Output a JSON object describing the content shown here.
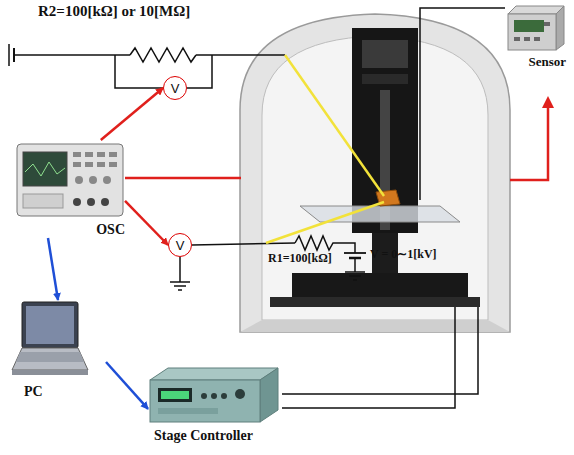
{
  "diagram": {
    "nodes": [
      {
        "text": [
          "V"
        ]
      },
      {
        "text": [
          "Sensor"
        ]
      },
      {
        "text": [
          "OSC"
        ]
      },
      {
        "text": [
          "V"
        ]
      },
      {
        "text": [
          "PC"
        ]
      },
      {
        "text": [
          "Stage Controller"
        ]
      }
    ],
    "edges": [
      {
        "from": 2,
        "to": 0,
        "arrow": "to"
      },
      {
        "from": 2,
        "to": 3,
        "arrow": "to"
      },
      {
        "from": 2,
        "to": 4,
        "arrow": "to"
      },
      {
        "from": 4,
        "to": 5,
        "arrow": "to"
      }
    ],
    "labels": [
      "R2=100[kΩ] or 10[MΩ]",
      "R1=100[kΩ]",
      "V = 0∼1[kV]"
    ]
  }
}
